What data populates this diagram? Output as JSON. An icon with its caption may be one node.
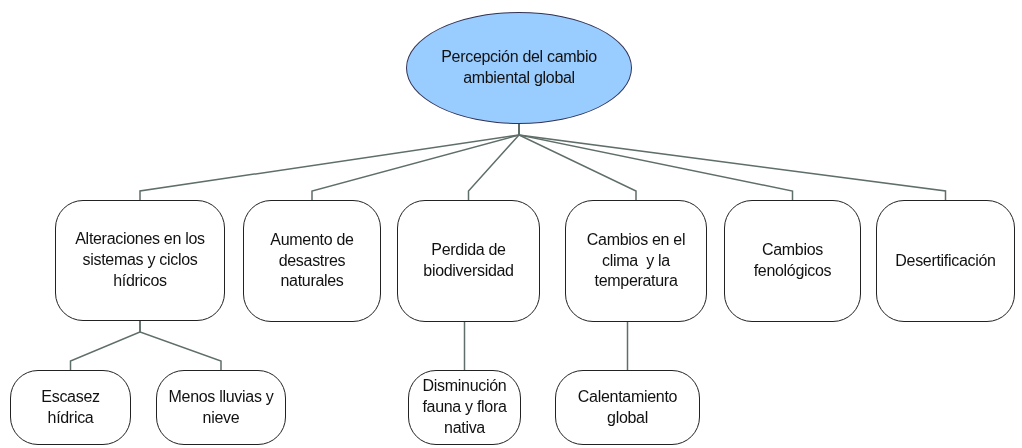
{
  "diagram": {
    "nodes": [
      {
        "text": [
          "Percepción del cambio ambiental global"
        ]
      },
      {
        "text": [
          "Alteraciones en los sistemas y ciclos hídricos"
        ]
      },
      {
        "text": [
          "Aumento de desastres naturales"
        ]
      },
      {
        "text": [
          "Perdida de biodiversidad"
        ]
      },
      {
        "text": [
          "Cambios en el clima  y la temperatura"
        ]
      },
      {
        "text": [
          "Cambios fenológicos"
        ]
      },
      {
        "text": [
          "Desertificación"
        ]
      },
      {
        "text": [
          "Escasez hídrica"
        ]
      },
      {
        "text": [
          "Menos lluvias y nieve"
        ]
      },
      {
        "text": [
          "Disminución fauna y flora nativa"
        ]
      },
      {
        "text": [
          "Calentamiento global"
        ]
      }
    ],
    "edges": [
      {
        "from": 0,
        "to": 1,
        "arrow": "none"
      },
      {
        "from": 0,
        "to": 2,
        "arrow": "none"
      },
      {
        "from": 0,
        "to": 3,
        "arrow": "none"
      },
      {
        "from": 0,
        "to": 4,
        "arrow": "none"
      },
      {
        "from": 0,
        "to": 5,
        "arrow": "none"
      },
      {
        "from": 0,
        "to": 6,
        "arrow": "none"
      },
      {
        "from": 1,
        "to": 7,
        "arrow": "none"
      },
      {
        "from": 1,
        "to": 8,
        "arrow": "none"
      },
      {
        "from": 3,
        "to": 9,
        "arrow": "none"
      },
      {
        "from": 4,
        "to": 10,
        "arrow": "none"
      }
    ]
  }
}
